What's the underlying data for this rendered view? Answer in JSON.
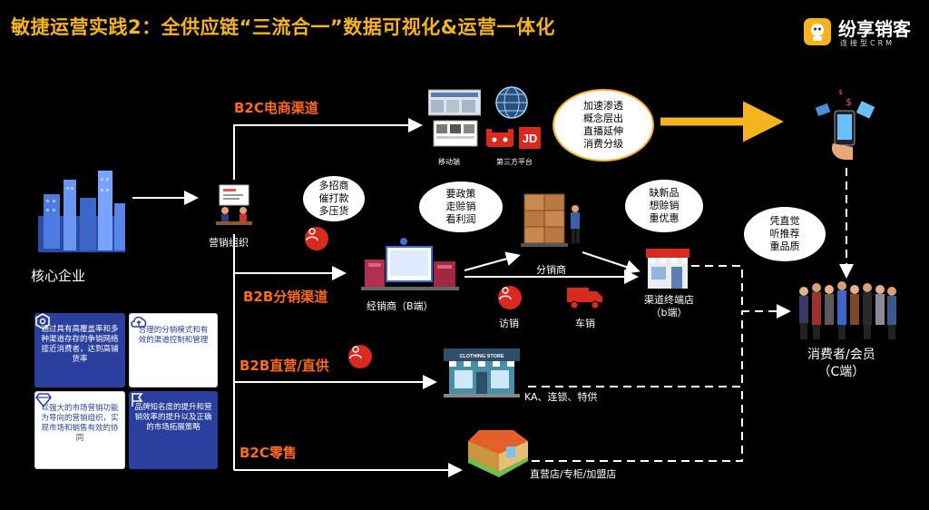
{
  "title": "敏捷运营实践2：全供应链“三流合一”数据可视化&运营一体化",
  "logo": {
    "name": "纷享销客",
    "sub": "连接型CRM"
  },
  "core": {
    "label": "核心企业"
  },
  "marketing": {
    "label": "营销组织"
  },
  "channels": {
    "b2c_ecom": "B2C电商渠道",
    "b2b_dist": "B2B分销渠道",
    "b2b_direct": "B2B直营/直供",
    "b2c_retail": "B2C零售"
  },
  "ecom": {
    "mobile": "移动端",
    "third_party": "第三方平台"
  },
  "bubbles": {
    "ecom": [
      "加速渗透",
      "概念层出",
      "直播延伸",
      "消费分级"
    ],
    "marketing": [
      "多招商",
      "催打款",
      "多压货"
    ],
    "dealer": [
      "要政策",
      "走赊销",
      "看利润"
    ],
    "store": [
      "缺新品",
      "想赊销",
      "重优惠"
    ],
    "consumer": [
      "凭直觉",
      "听推荐",
      "重品质"
    ]
  },
  "nodes": {
    "dealer": "经销商（B端）",
    "distributor": "分销商",
    "visit_sales": "访销",
    "truck_sales": "车销",
    "terminal": [
      "渠道终端店",
      "（b端）"
    ],
    "ka": "KA、连锁、特供",
    "retail": "直营店/专柜/加盟店",
    "consumer": [
      "消费者/会员",
      "（C端）"
    ],
    "clothing_sign": "CLOTHING STORE"
  },
  "cards": [
    {
      "icon": "hexagon-icon",
      "text": "通过具有高覆盖率和多种渠道存存的争销网络接近消费者，达到高铺货率",
      "style": "blue"
    },
    {
      "icon": "cloud-upload-icon",
      "text": "合理的分销模式和有效的渠道控制和管理",
      "style": "white"
    },
    {
      "icon": "diamond-icon",
      "text": "以强大的市场营销功能为导向的营销组织，实现市场和销售有效的协同",
      "style": "white"
    },
    {
      "icon": "flag-icon",
      "text": "品牌知名度的提升和营销效率的提升以及正确的市场拓展策略",
      "style": "blue"
    }
  ],
  "colors": {
    "accent": "#f5b31d",
    "channel": "#ff6a1a",
    "card_blue": "#2a3f9e",
    "red_badge": "#d82a1f"
  }
}
